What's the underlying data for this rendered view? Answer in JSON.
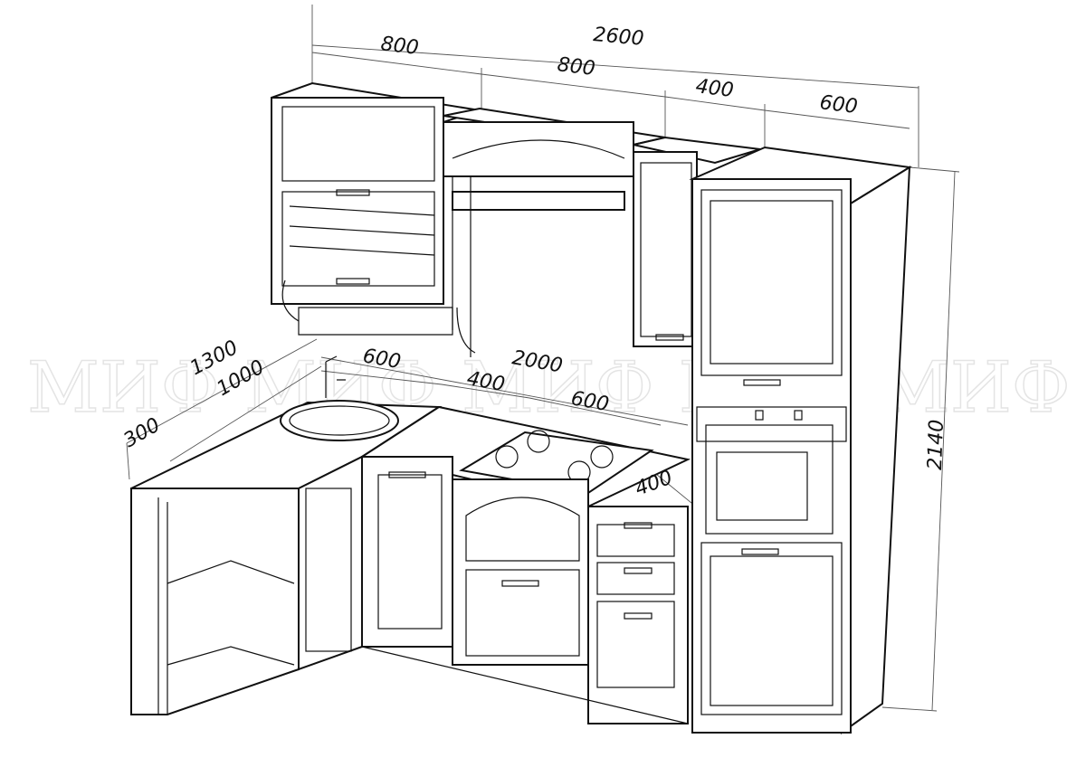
{
  "title": "Kitchen set dimension drawing",
  "watermark": "МИФ",
  "dimensions": {
    "total_width": "2600",
    "upper_left": "800",
    "upper_hood": "800",
    "upper_narrow": "400",
    "upper_column": "600",
    "height": "2140",
    "side_total": "1300",
    "side_inner": "1000",
    "side_shelf": "300",
    "base_sink": "600",
    "base_total": "2000",
    "base_cabinet": "400",
    "base_hob": "600",
    "base_drawers": "400"
  }
}
